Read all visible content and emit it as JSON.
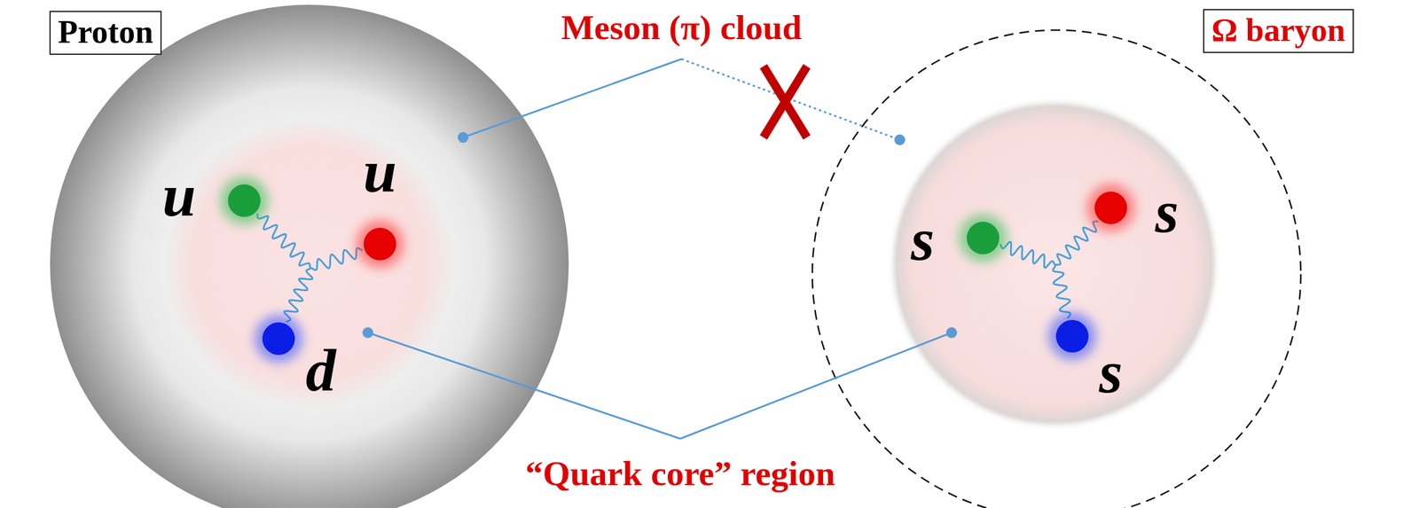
{
  "diagram": {
    "nodes": [
      {
        "text": [
          "Proton"
        ]
      },
      {
        "text": [
          "Ω baryon"
        ]
      }
    ],
    "labels": [
      "Meson (π) cloud",
      "“Quark core” region",
      "u",
      "u",
      "d",
      "s",
      "s",
      "s"
    ]
  }
}
